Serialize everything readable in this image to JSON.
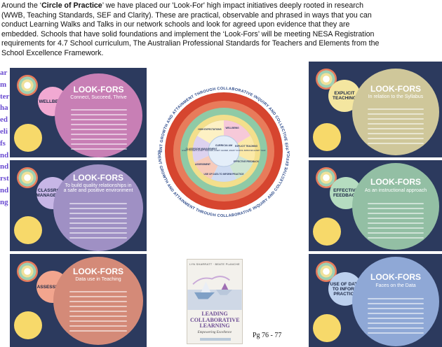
{
  "intro": {
    "l1_pre": "Around the ‘",
    "l1_bold": "Circle of Practice",
    "l1_post": "’ we have placed our 'Look-For' high impact initiatives deeply rooted in research",
    "l2": "(WWB, Teaching Standards, SEF and Clarity). These are practical, observable and phrased in ways that you can",
    "l3": "conduct Learning Walks and Talks in our network schools and look for agreed upon evidence that they are",
    "l4": "embedded.  Schools that have solid foundations and implement the ‘Look-Fors’ will be meeting NESA Registration",
    "l5": "requirements for 4.7 School curriculum, The Australian Professional Standards for Teachers and Elements from the",
    "l6": "School Excellence Framework."
  },
  "side_fragments": [
    "ar",
    "m",
    "ter",
    "",
    "ha",
    "ed",
    "eli",
    "fs",
    "nd",
    "nd",
    "rst",
    "nd",
    "ng"
  ],
  "cards": [
    {
      "id": "wellbeing",
      "label": "WELLBEING",
      "title": "LOOK-FORS",
      "subtitle": "Connect, Succeed, Thrive",
      "label_color": "#f1a9d2",
      "big_color": "#c87fb5"
    },
    {
      "id": "classroom",
      "label": "CLASSROOM MANAGEMENT",
      "title": "LOOK-FORS",
      "subtitle": "To build quality relationships in a safe and positive environment",
      "label_color": "#c7b6e6",
      "big_color": "#9f90c4"
    },
    {
      "id": "assessment",
      "label": "ASSESSMENT",
      "title": "LOOK-FORS",
      "subtitle": "Data use in Teaching",
      "label_color": "#f2a58e",
      "big_color": "#d48a78"
    },
    {
      "id": "explicit",
      "label": "EXPLICIT TEACHING",
      "title": "LOOK-FORS",
      "subtitle": "In relation to the Syllabus",
      "label_color": "#f4e6a0",
      "big_color": "#cfc79a"
    },
    {
      "id": "feedback",
      "label": "EFFECTIVE FEEDBACK",
      "title": "LOOK-FORS",
      "subtitle": "As an instructional approach",
      "label_color": "#b5dcc0",
      "big_color": "#93bfa4"
    },
    {
      "id": "data",
      "label": "USE OF DATA TO INFORM PRACTICE",
      "title": "LOOK-FORS",
      "subtitle": "Faces on the Data",
      "label_color": "#bcd0ee",
      "big_color": "#8fa8d6"
    }
  ],
  "hub": {
    "ring_text_top": "STUDENT GROWTH AND ATTAINMENT THROUGH COLLABORATIVE INQUIRY AND COLLECTIVE EFFICACY",
    "ring_text_bottom": "STUDENT GROWTH AND ATTAINMENT THROUGH COLLABORATIVE INQUIRY AND COLLECTIVE EFFICACY",
    "center_title": "CURRICULUM",
    "center_text": "EVERY STUDENT, EVERY TEACHER, EVERY LEADER, EVERY SCHOOL IMPROVES EVERY YEAR",
    "segments": [
      "HIGH EXPECTATIONS",
      "WELLBEING",
      "EXPLICIT TEACHING",
      "EFFECTIVE FEEDBACK",
      "USE OF DATA TO INFORM PRACTICE",
      "ASSESSMENT",
      "CLASSROOM MANAGEMENT"
    ]
  },
  "book": {
    "authors": "LYN SHARRATT · BEATE PLANCHE",
    "title": "LEADING COLLABORATIVE LEARNING",
    "subtitle": "Empowering Excellence"
  },
  "page_ref": "Pg 76 - 77",
  "colors": {
    "card_bg": "#2c3a5e",
    "side_text": "#6a4bd1",
    "ring_red": "#d6452f",
    "ring_orange": "#e87b5b",
    "ring_green": "#8fcaa6",
    "ring_yellow": "#f3df8c"
  }
}
